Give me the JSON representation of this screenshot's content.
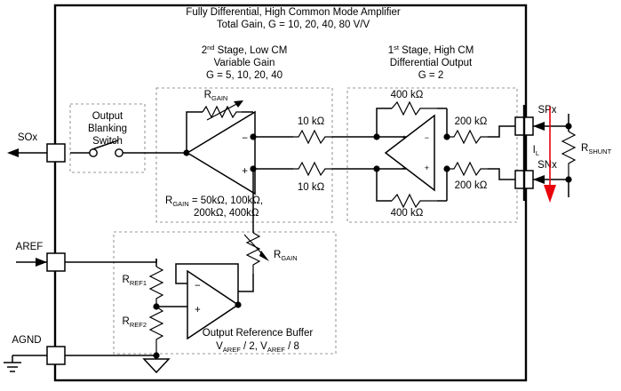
{
  "diagram": {
    "title_line1": "Fully Differential, High Common Mode Amplifier",
    "title_line2": "Total Gain, G = 10, 20, 40, 80 V/V"
  },
  "stage2": {
    "header_line1_pre": "2",
    "header_line1_sup": "nd",
    "header_line1_post": " Stage, Low CM",
    "header_line2": "Variable Gain",
    "header_line3": "G = 5, 10, 20, 40",
    "rgain_label": "R",
    "rgain_sub": "GAIN",
    "note_line1_pre": "R",
    "note_line1_sub": "GAIN",
    "note_line1_post": " = 50kΩ, 100kΩ,",
    "note_line2": "200kΩ, 400kΩ",
    "res_top": "10 kΩ",
    "res_bot": "10 kΩ",
    "opamp_minus": "−",
    "opamp_plus": "+"
  },
  "stage1": {
    "header_line1_pre": "1",
    "header_line1_sup": "st",
    "header_line1_post": " Stage, High CM",
    "header_line2": "Differential Output",
    "header_line3": "G = 2",
    "fb_top": "400 kΩ",
    "fb_bot": "400 kΩ",
    "in_top": "200 kΩ",
    "in_bot": "200 kΩ",
    "amp_in_top": "+",
    "amp_in_bot": "−",
    "amp_out_top": "−",
    "amp_out_bot": "+"
  },
  "blanking": {
    "line1": "Output",
    "line2": "Blanking",
    "line3": "Switch"
  },
  "refbuffer": {
    "title": "Output Reference Buffer",
    "formula_pre": "V",
    "formula_sub1": "AREF",
    "formula_mid": " / 2, V",
    "formula_sub2": "AREF",
    "formula_post": " / 8",
    "rref1": "R",
    "rref1_sub": "REF1",
    "rref2": "R",
    "rref2_sub": "REF2",
    "opamp_minus": "−",
    "opamp_plus": "+",
    "rgain_label": "R",
    "rgain_sub": "GAIN"
  },
  "pins": {
    "sox": "SOx",
    "aref": "AREF",
    "agnd": "AGND",
    "spx": "SPx",
    "snx": "SNx"
  },
  "external": {
    "rshunt": "R",
    "rshunt_sub": "SHUNT",
    "il": "I",
    "il_sub": "L",
    "current_color": "#e8000b"
  }
}
